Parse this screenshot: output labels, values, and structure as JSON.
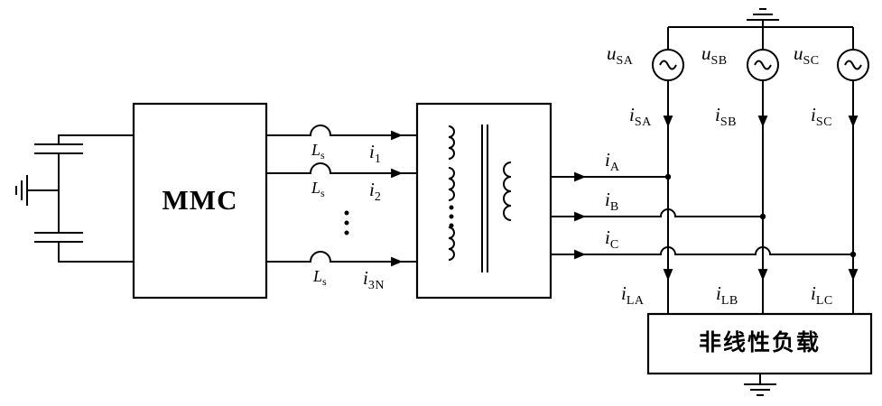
{
  "blocks": {
    "converter_label": "MMC",
    "load_label": "非线性负载"
  },
  "labels": {
    "ls": {
      "main": "L",
      "sub": "s"
    },
    "i1": {
      "main": "i",
      "sub": "1"
    },
    "i2": {
      "main": "i",
      "sub": "2"
    },
    "i3n": {
      "main": "i",
      "sub": "3N"
    },
    "ia": {
      "main": "i",
      "sub": "A"
    },
    "ib": {
      "main": "i",
      "sub": "B"
    },
    "ic": {
      "main": "i",
      "sub": "C"
    },
    "usa": {
      "main": "u",
      "sub": "SA"
    },
    "usb": {
      "main": "u",
      "sub": "SB"
    },
    "usc": {
      "main": "u",
      "sub": "SC"
    },
    "isa": {
      "main": "i",
      "sub": "SA"
    },
    "isb": {
      "main": "i",
      "sub": "SB"
    },
    "isc": {
      "main": "i",
      "sub": "SC"
    },
    "ila": {
      "main": "i",
      "sub": "LA"
    },
    "ilb": {
      "main": "i",
      "sub": "LB"
    },
    "ilc": {
      "main": "i",
      "sub": "LC"
    }
  },
  "colors": {
    "line": "#000000",
    "background": "#ffffff"
  }
}
